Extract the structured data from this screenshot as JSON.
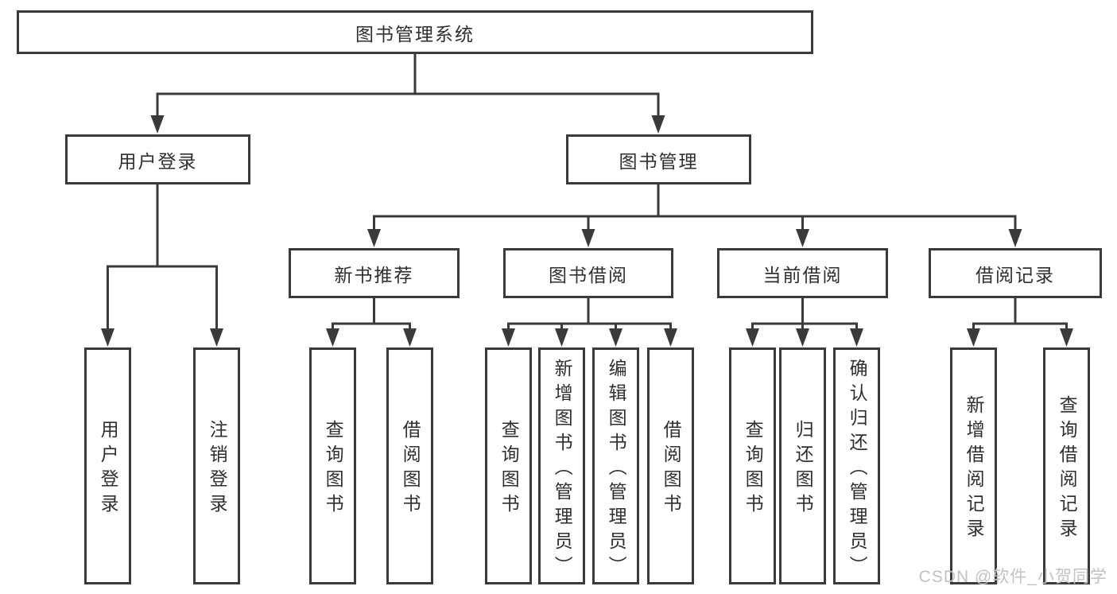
{
  "diagram": {
    "tree": {
      "root": "图书管理系统",
      "branches": [
        {
          "label": "用户登录",
          "leaves": [
            "用户登录",
            "注销登录"
          ]
        },
        {
          "label": "图书管理",
          "groups": [
            {
              "label": "新书推荐",
              "leaves": [
                "查询图书",
                "借阅图书"
              ]
            },
            {
              "label": "图书借阅",
              "leaves": [
                "查询图书",
                "新增图书（管理员）",
                "编辑图书（管理员）",
                "借阅图书"
              ]
            },
            {
              "label": "当前借阅",
              "leaves": [
                "查询图书",
                "归还图书",
                "确认归还（管理员）"
              ]
            },
            {
              "label": "借阅记录",
              "leaves": [
                "新增借阅记录",
                "查询借阅记录"
              ]
            }
          ]
        }
      ]
    },
    "colors": {
      "line": "#3a3a3a",
      "box_border": "#3a3a3a",
      "text": "#2f2f2f",
      "background": "#ffffff",
      "watermark": "#c2c2c2"
    }
  },
  "watermark": {
    "text": "CSDN @软件_小贺同学"
  }
}
